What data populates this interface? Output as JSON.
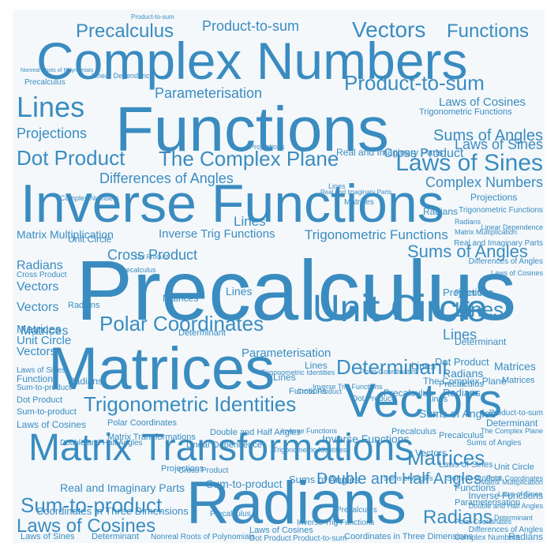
{
  "background_color": "#f4f8fb",
  "word_color": "#3a8cc0",
  "words": [
    {
      "text": "Precalculus"
    },
    {
      "text": "Functions"
    },
    {
      "text": "Complex Numbers"
    },
    {
      "text": "Inverse Functions"
    },
    {
      "text": "Matrices"
    },
    {
      "text": "Radians"
    },
    {
      "text": "Vectors"
    },
    {
      "text": "Matrix Transformations"
    },
    {
      "text": "Unit Circle"
    },
    {
      "text": "Laws of Sines"
    },
    {
      "text": "Dot Product"
    },
    {
      "text": "The Complex Plane"
    },
    {
      "text": "Polar Coordinates"
    },
    {
      "text": "Trigonometric Identities"
    },
    {
      "text": "Product-to-sum"
    },
    {
      "text": "Lines"
    },
    {
      "text": "Parameterisation"
    },
    {
      "text": "Projections"
    },
    {
      "text": "Differences of Angles"
    },
    {
      "text": "Sum-to-product"
    },
    {
      "text": "Determinant"
    },
    {
      "text": "Double and Half Angles"
    },
    {
      "text": "Laws of Cosines"
    },
    {
      "text": "Matrix Multiplication"
    },
    {
      "text": "Inverse Trig Functions"
    },
    {
      "text": "Trigonometric Functions"
    },
    {
      "text": "Cross Product"
    },
    {
      "text": "Sums of Angles"
    },
    {
      "text": "Precalculus"
    },
    {
      "text": "Functions"
    },
    {
      "text": "Vectors"
    },
    {
      "text": "Lines"
    },
    {
      "text": "Product-to-sum"
    },
    {
      "text": "Precalculus"
    },
    {
      "text": "Product-to-sum"
    },
    {
      "text": "Nonreal Roots of Polynomials"
    },
    {
      "text": "Linear Dependence"
    },
    {
      "text": "Projections"
    },
    {
      "text": "Matrices"
    },
    {
      "text": "Radians"
    },
    {
      "text": "Precalculus"
    },
    {
      "text": "Dot Product"
    },
    {
      "text": "Laws of Cosines"
    },
    {
      "text": "Trigonometric Functions"
    },
    {
      "text": "Sums of Angles"
    },
    {
      "text": "Laws of Sines"
    },
    {
      "text": "Cross Product"
    },
    {
      "text": "Complex Numbers"
    },
    {
      "text": "Projections"
    },
    {
      "text": "Lines"
    },
    {
      "text": "Polar Coordinates"
    },
    {
      "text": "Matrix Multiplication"
    },
    {
      "text": "Sums of Angles"
    },
    {
      "text": "Matrices"
    },
    {
      "text": "Projections"
    },
    {
      "text": "Parameterisation"
    },
    {
      "text": "Lines"
    },
    {
      "text": "Radians"
    },
    {
      "text": "Vectors"
    },
    {
      "text": "Cross Product"
    },
    {
      "text": "Vectors"
    },
    {
      "text": "Matrices"
    },
    {
      "text": "Unit Circle"
    },
    {
      "text": "Vectors"
    },
    {
      "text": "Laws of Sines"
    },
    {
      "text": "Functions"
    },
    {
      "text": "Sum-to-product"
    },
    {
      "text": "Dot Product"
    },
    {
      "text": "Sum-to-product"
    },
    {
      "text": "Laws of Cosines"
    },
    {
      "text": "Polar Coordinates"
    },
    {
      "text": "Lines"
    },
    {
      "text": "Radians"
    },
    {
      "text": "Matrices"
    },
    {
      "text": "Radians"
    },
    {
      "text": "Determinant"
    },
    {
      "text": "Lines"
    },
    {
      "text": "Radians"
    },
    {
      "text": "Precalculus"
    },
    {
      "text": "Matrices"
    },
    {
      "text": "Lines"
    },
    {
      "text": "Dot Product"
    },
    {
      "text": "Precalculus"
    },
    {
      "text": "Determinant"
    },
    {
      "text": "Functions"
    },
    {
      "text": "Projections"
    },
    {
      "text": "Linear Dependence"
    },
    {
      "text": "Double and Half Angles"
    },
    {
      "text": "Inverse Functions"
    },
    {
      "text": "Real and Imaginary Parts"
    },
    {
      "text": "Sum-to-product"
    },
    {
      "text": "Sums of Angles"
    },
    {
      "text": "Coordinates in Three Dimensions"
    },
    {
      "text": "Laws of Sines"
    },
    {
      "text": "Determinant"
    },
    {
      "text": "Nonreal Roots of Polynomials"
    },
    {
      "text": "Dot Product"
    },
    {
      "text": "Product-to-sum"
    },
    {
      "text": "Coordinates in Three Dimensions"
    },
    {
      "text": "Radians"
    },
    {
      "text": "Precalculus"
    },
    {
      "text": "Functions"
    },
    {
      "text": "Inverse Functions"
    },
    {
      "text": "Determinant"
    },
    {
      "text": "Radians"
    },
    {
      "text": "Double and Half Angles"
    },
    {
      "text": "Matrix Transformations"
    },
    {
      "text": "Trigonometric Identities"
    },
    {
      "text": "Laws of Cosines"
    },
    {
      "text": "Real and Imaginary Parts"
    },
    {
      "text": "Complex Numbers"
    },
    {
      "text": "Lines"
    },
    {
      "text": "Cross Product"
    },
    {
      "text": "Real and Imaginary Parts"
    },
    {
      "text": "Matrices"
    },
    {
      "text": "Radians"
    },
    {
      "text": "Unit Circle"
    },
    {
      "text": "Trigonometric Identities"
    },
    {
      "text": "Matrices"
    },
    {
      "text": "Inverse Trig Functions"
    },
    {
      "text": "Dot Product"
    },
    {
      "text": "Precalculus"
    },
    {
      "text": "Cross Product"
    },
    {
      "text": "Lines"
    },
    {
      "text": "Sums of Angles"
    },
    {
      "text": "Inverse Functions"
    },
    {
      "text": "Precalculus"
    },
    {
      "text": "Polar Coordinates"
    },
    {
      "text": "The Complex Plane"
    },
    {
      "text": "Lines"
    },
    {
      "text": "Radians"
    },
    {
      "text": "Product-to-sum"
    },
    {
      "text": "Determinant"
    },
    {
      "text": "Precalculus"
    },
    {
      "text": "Laws of Sines"
    },
    {
      "text": "Unit Circle"
    },
    {
      "text": "Vectors"
    },
    {
      "text": "Sum-to-product"
    },
    {
      "text": "Sums of Angles"
    },
    {
      "text": "Polar Coordinates"
    },
    {
      "text": "Laws of Sines"
    },
    {
      "text": "Matrix Multiplication"
    },
    {
      "text": "Complex Numbers"
    },
    {
      "text": "Inverse Trig Functions"
    },
    {
      "text": "The Complex Plane"
    },
    {
      "text": "Parameterisation"
    },
    {
      "text": "Double and Half Angles"
    },
    {
      "text": "Differences of Angles"
    },
    {
      "text": "Trigonometric Functions"
    },
    {
      "text": "Linear Dependence"
    },
    {
      "text": "Projections"
    },
    {
      "text": "Real and Imaginary Parts"
    },
    {
      "text": "Differences of Angles"
    },
    {
      "text": "Laws of Cosines"
    }
  ]
}
